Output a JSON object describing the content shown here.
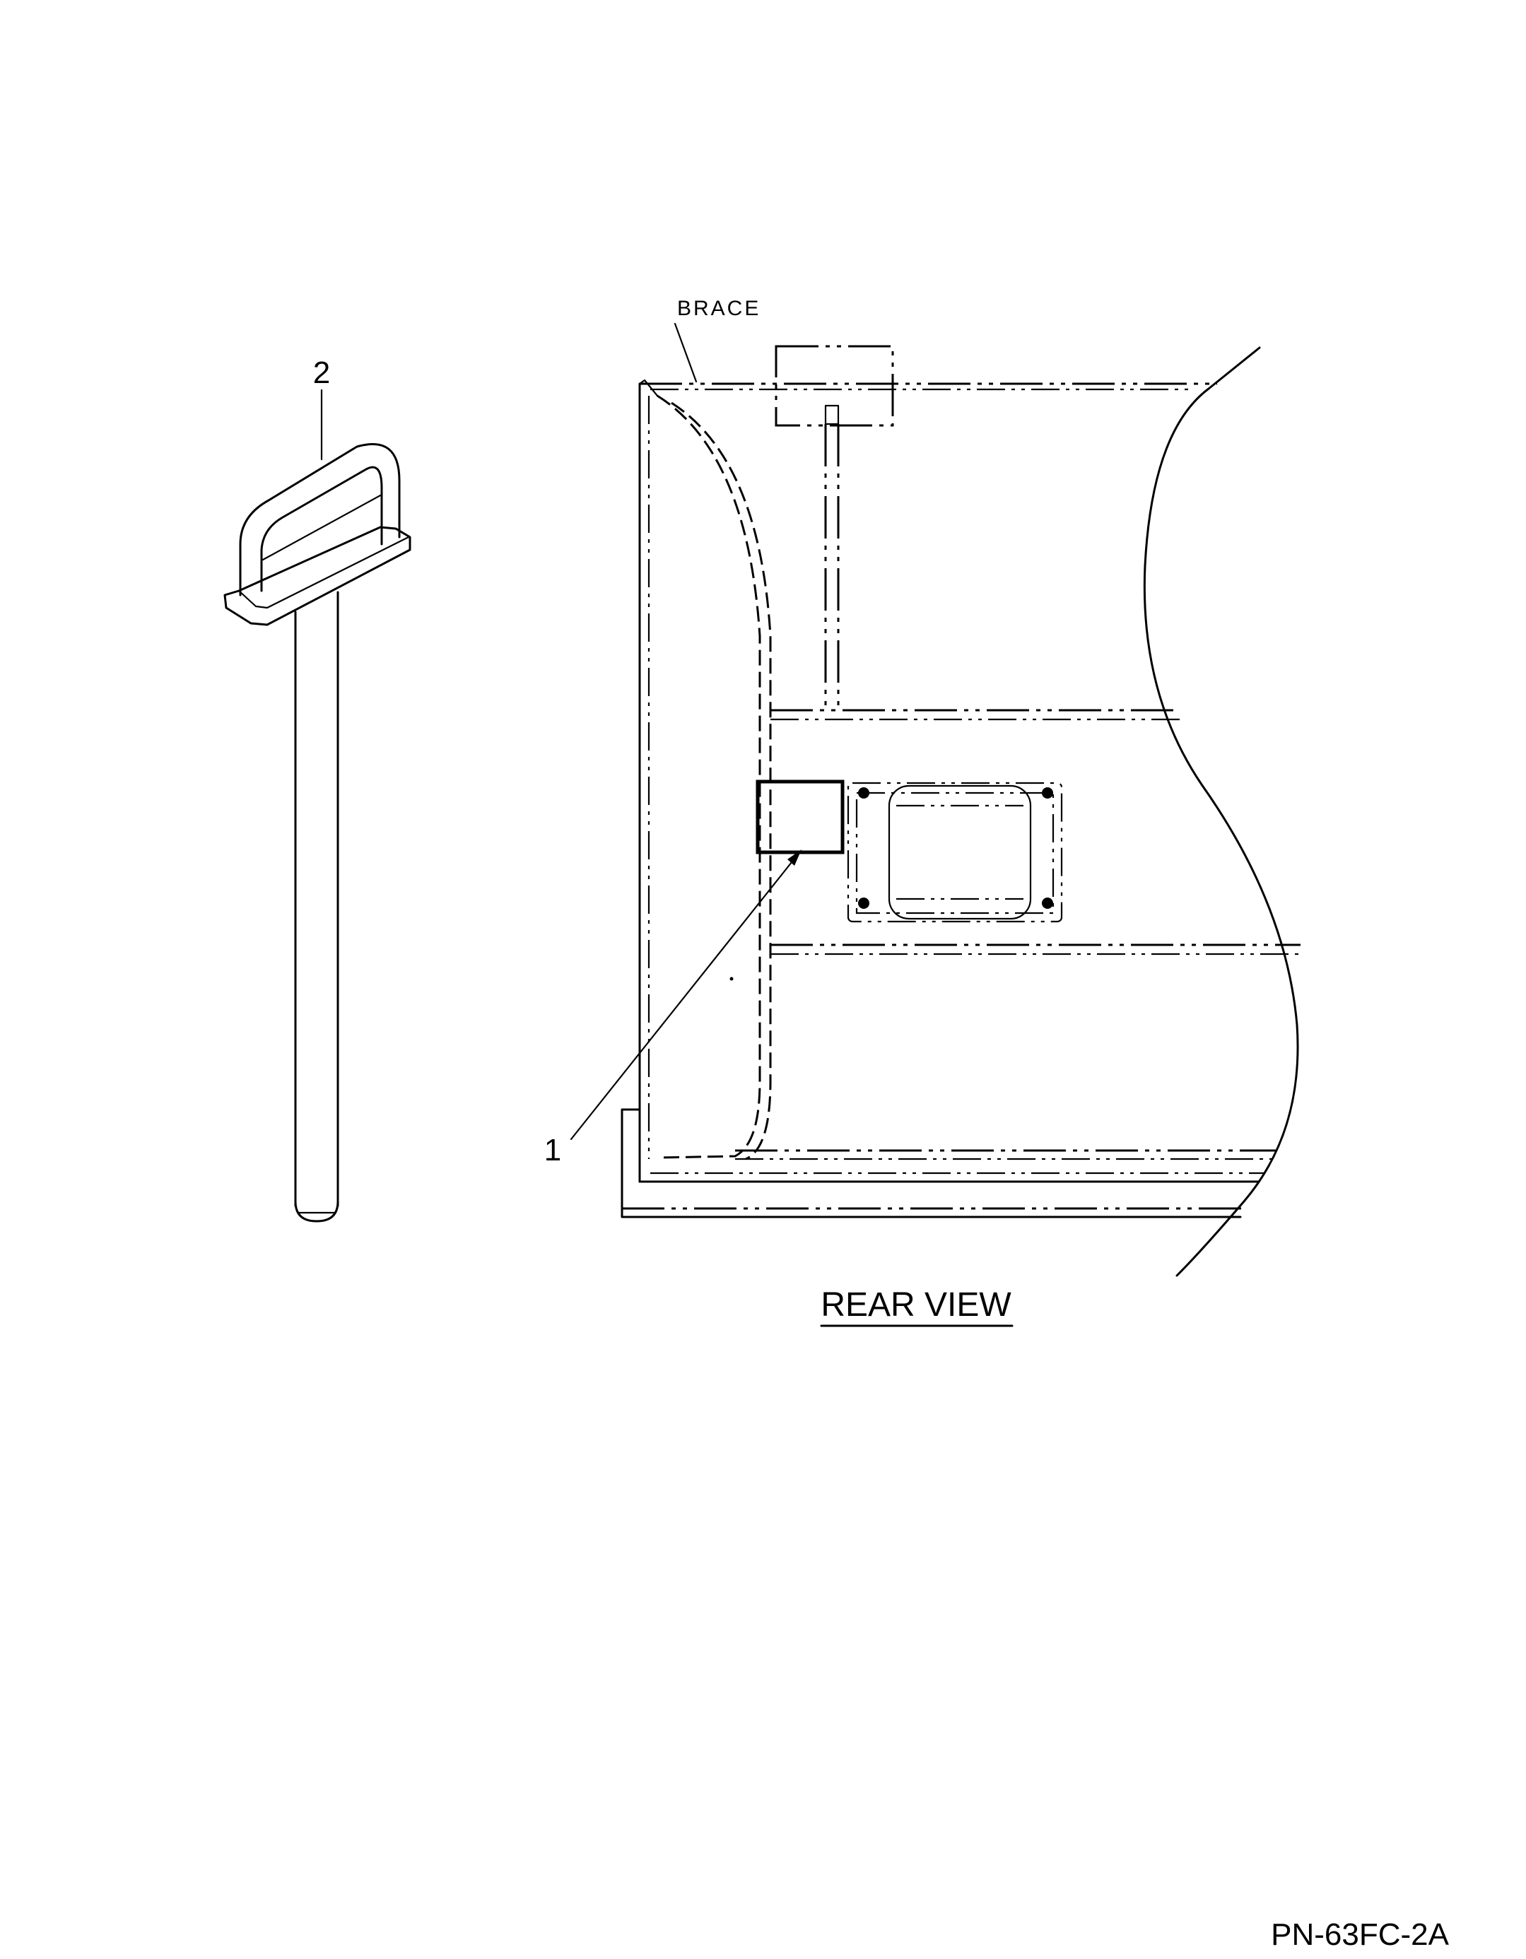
{
  "callouts": {
    "item_1": "1",
    "item_2": "2"
  },
  "labels": {
    "brace": "BRACE",
    "view_title": "REAR VIEW",
    "part_number": "PN-63FC-2A"
  }
}
